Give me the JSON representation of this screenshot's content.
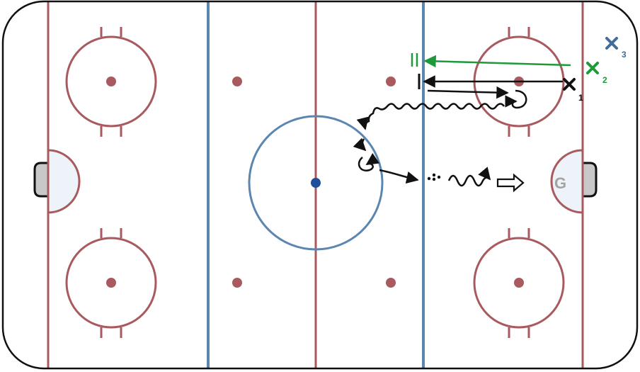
{
  "colors": {
    "red_line": "#a85a5f",
    "blue_line": "#5b86b0",
    "center_dot": "#1f4f9a",
    "crease_fill": "#eef3f9",
    "net_fill": "#c8c8c8",
    "board": "#111111",
    "player_1": "#111111",
    "player_2": "#1e9a3a",
    "player_3": "#3f6e99",
    "goalie_text": "#a3a3a3"
  },
  "players": [
    {
      "id": "p1",
      "number": "1",
      "icon": "x-mark-icon"
    },
    {
      "id": "p2",
      "number": "2",
      "icon": "x-mark-icon"
    },
    {
      "id": "p3",
      "number": "3",
      "icon": "x-mark-icon"
    }
  ],
  "goalie": {
    "label": "G"
  }
}
